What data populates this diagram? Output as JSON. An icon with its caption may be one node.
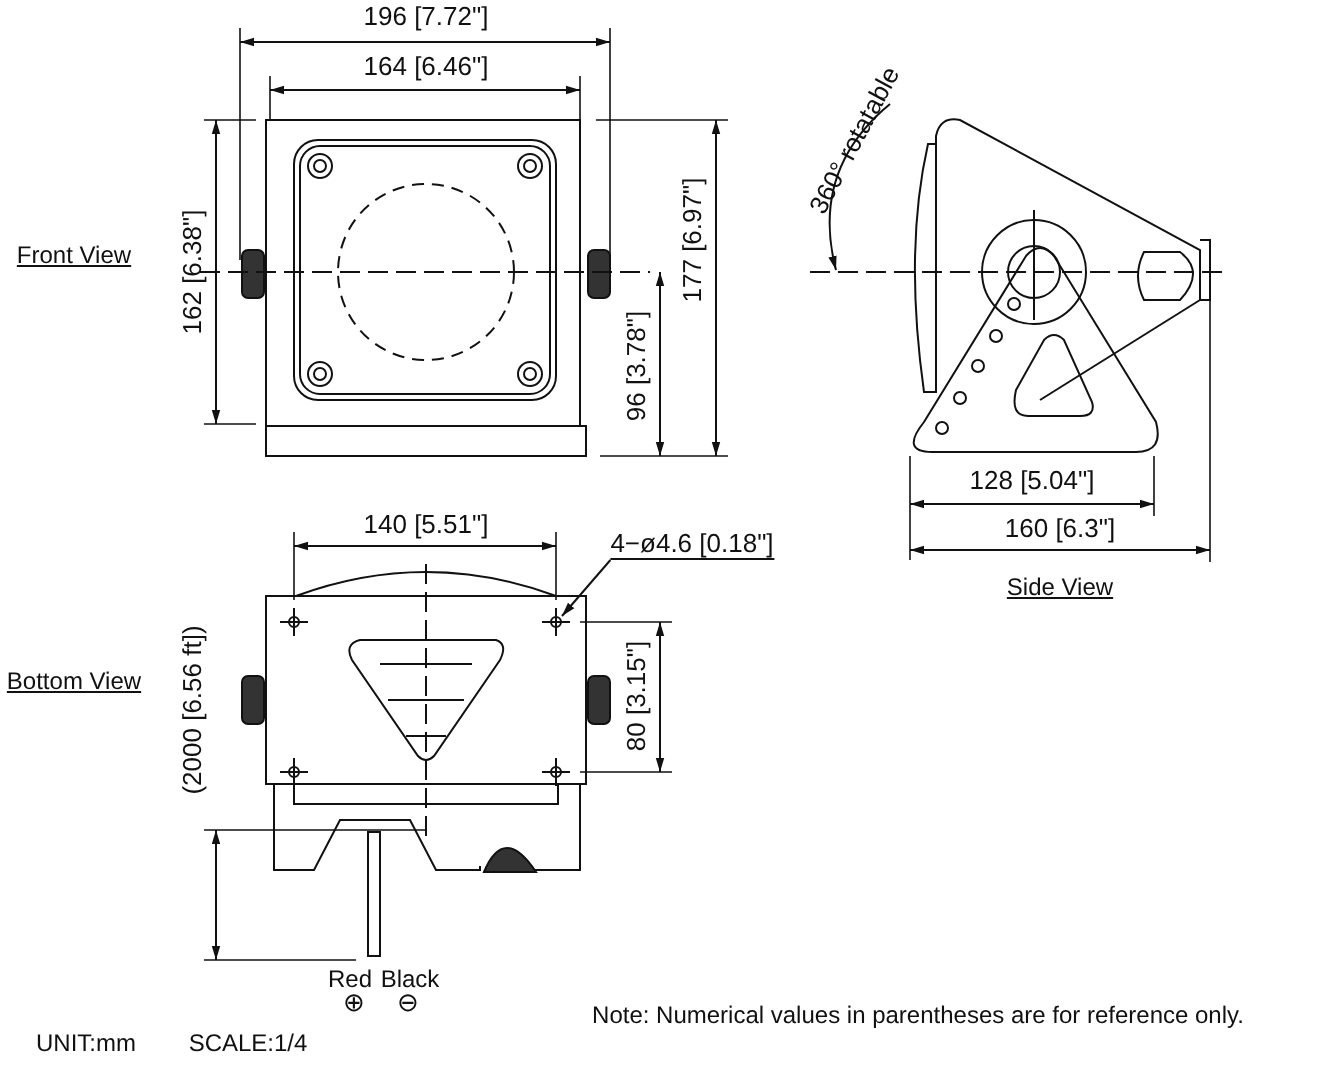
{
  "diagram": {
    "nodes": [
      {
        "text": [
          "4−ø4.6 [0.18\"]"
        ]
      },
      {
        "text": [],
        "shape": "circle"
      }
    ],
    "edges": [
      {
        "from": 0,
        "to": 1,
        "arrow": "to"
      }
    ],
    "labels": [
      "196 [7.72\"]",
      "164 [6.46\"]",
      "Front View",
      "162 [6.38\"]",
      "96 [3.78\"]",
      "177 [6.97\"]",
      "360° rotatable",
      "128 [5.04\"]",
      "160 [6.3\"]",
      "Side View",
      "140 [5.51\"]",
      "Bottom View",
      "(2000 [6.56 ft])",
      "80 [3.15\"]",
      "Red",
      "Black",
      "⊕",
      "⊖",
      "Note: Numerical values in parentheses are for reference only.",
      "UNIT:mm",
      "SCALE:1/4"
    ]
  }
}
